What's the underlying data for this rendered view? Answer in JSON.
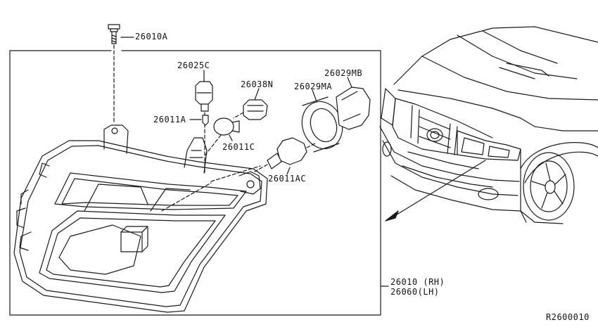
{
  "parts": {
    "bolt": "26010A",
    "bulb_socket_c": "26025C",
    "socket_n": "26038N",
    "cap_mb": "26029MB",
    "seal_ma": "26029MA",
    "small_bulb_a": "26011A",
    "bulb_c": "26011C",
    "halogen_ac": "26011AC",
    "assembly_rh": "26010 (RH)",
    "assembly_lh": "26060(LH)"
  },
  "reference_code": "R2600010",
  "colors": {
    "line": "#1a1a1a",
    "background": "#ffffff"
  }
}
